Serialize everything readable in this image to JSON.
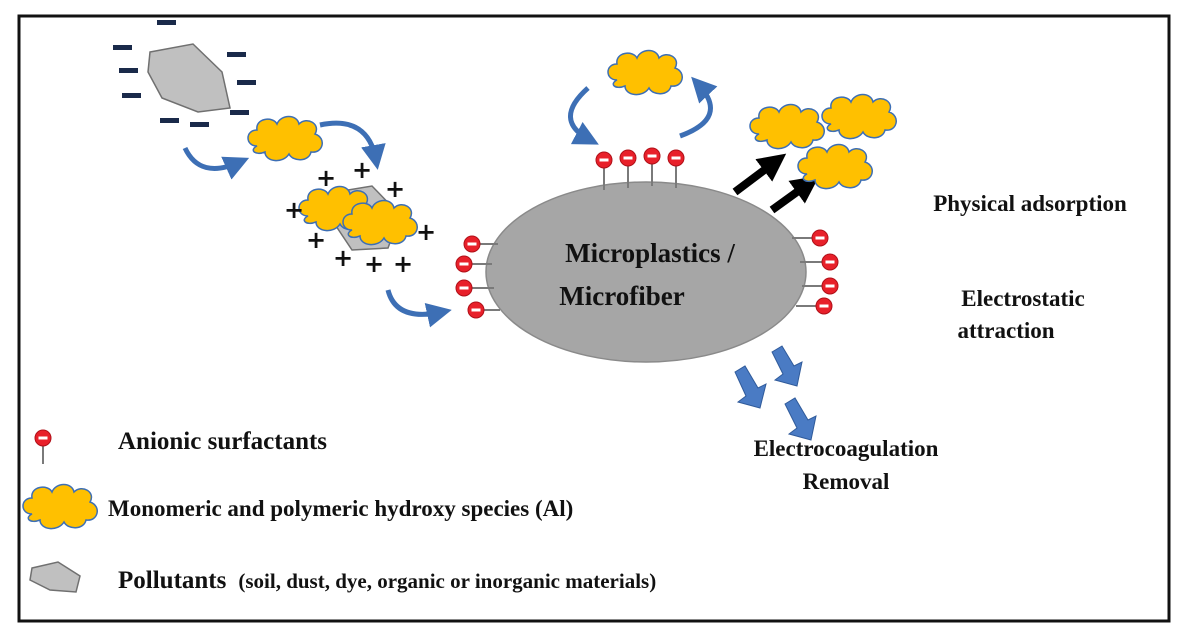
{
  "center_label": {
    "line1": "Microplastics /",
    "line2": "Microfiber"
  },
  "mechanisms": {
    "physical_adsorption": "Physical adsorption",
    "electrostatic_line1": "Electrostatic",
    "electrostatic_line2": "attraction"
  },
  "removal": {
    "line1": "Electrocoagulation",
    "line2": "Removal"
  },
  "legend": {
    "anionic": "Anionic surfactants",
    "hydroxy": "Monomeric and polymeric hydroxy species (Al)",
    "pollutants_main": "Pollutants",
    "pollutants_detail": "(soil, dust, dye, organic or inorganic materials)"
  },
  "colors": {
    "ellipse": "#a6a6a6",
    "cloud_fill": "#ffc000",
    "cloud_stroke": "#3d6fb5",
    "surfactant_red": "#e8202a",
    "curve_arrow": "#3d6fb5",
    "block_arrow": "#4a7bc4",
    "pollutant": "#c0c0c0"
  }
}
